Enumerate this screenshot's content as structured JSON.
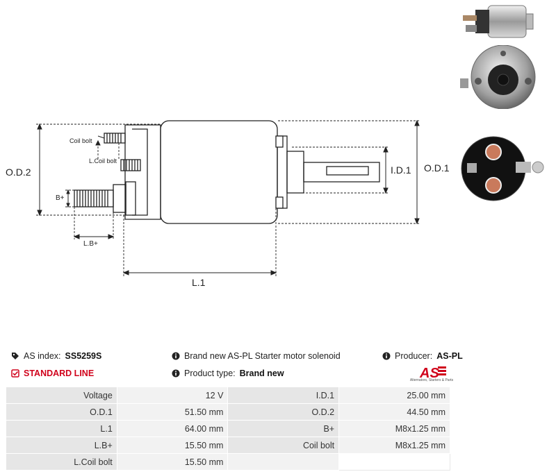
{
  "drawing": {
    "labels": {
      "od2": "O.D.2",
      "od1": "O.D.1",
      "id1": "I.D.1",
      "l1": "L.1",
      "lb_plus": "L.B+",
      "b_plus": "B+",
      "coil_bolt": "Coil bolt",
      "l_coil_bolt": "L.Coil bolt"
    }
  },
  "info": {
    "as_index_label": "AS index:",
    "as_index_value": "SS5259S",
    "standard_line": "STANDARD LINE",
    "description": "Brand new AS-PL Starter motor solenoid",
    "product_type_label": "Product type:",
    "product_type_value": "Brand new",
    "producer_label": "Producer:",
    "producer_value": "AS-PL",
    "logo_text": "AS",
    "logo_tagline": "Alternators, Starters & Parts"
  },
  "colors": {
    "accent_red": "#d0021b",
    "label_cell": "#e6e6e6",
    "value_cell": "#f2f2f2"
  },
  "specs": [
    [
      {
        "label": "Voltage",
        "value": "12 V"
      },
      {
        "label": "I.D.1",
        "value": "25.00 mm"
      }
    ],
    [
      {
        "label": "O.D.1",
        "value": "51.50 mm"
      },
      {
        "label": "O.D.2",
        "value": "44.50 mm"
      }
    ],
    [
      {
        "label": "L.1",
        "value": "64.00 mm"
      },
      {
        "label": "B+",
        "value": "M8x1.25 mm"
      }
    ],
    [
      {
        "label": "L.B+",
        "value": "15.50 mm"
      },
      {
        "label": "Coil bolt",
        "value": "M8x1.25 mm"
      }
    ],
    [
      {
        "label": "L.Coil bolt",
        "value": "15.50 mm"
      },
      {
        "label": "",
        "value": ""
      }
    ]
  ]
}
